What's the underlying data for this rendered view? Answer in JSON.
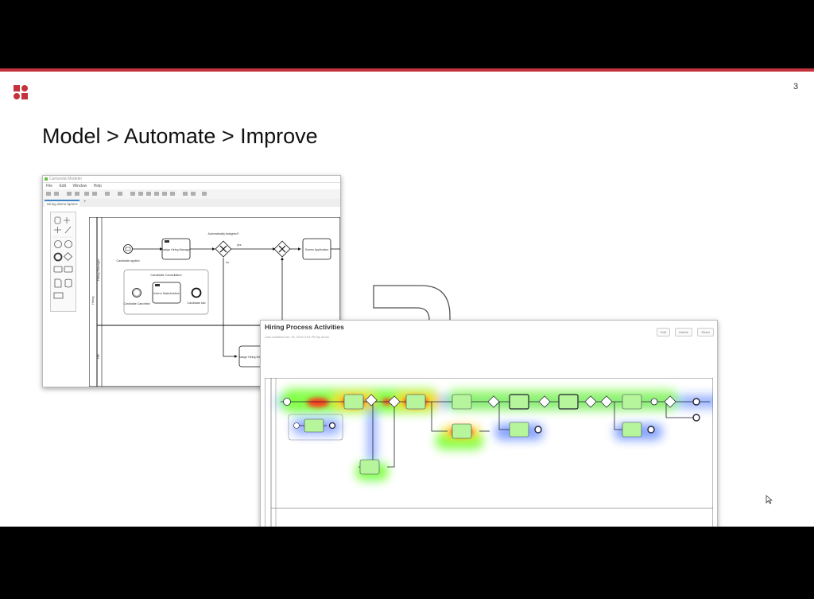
{
  "slide": {
    "title": "Model > Automate > Improve",
    "page_number": "3"
  },
  "modeler": {
    "window_title": "Camunda Modeler",
    "menu": [
      "File",
      "Edit",
      "Window",
      "Help"
    ],
    "tab_label": "Hiring demo bpmn",
    "tab_close": "×",
    "tab_add": "+",
    "lanes": [
      "Hiring",
      "Hiring Manager",
      "HR"
    ],
    "nodes": {
      "start_event": "Candidate applied",
      "assign_manager": "Assign Hiring Manager",
      "gateway_question": "Automatically Assigned?",
      "gateway_yes": "yes",
      "gateway_no": "no",
      "screen_application": "Screen Application",
      "subprocess": "Candidate Cancellation",
      "cancel_event": "Candidate Cancelled",
      "inform_stakeholders": "Inform Stakeholders",
      "end_event": "Candidate lost",
      "assign_hr": "Assign Hiring Manager"
    }
  },
  "heatmap": {
    "title": "Hiring Process Activities",
    "subtitle": "Last modified Dec 15, 2016 3:04 PM by demo",
    "buttons": [
      "Edit",
      "Delete",
      "Share"
    ],
    "colors": {
      "hot": "#ff3a1a",
      "warm": "#ffd21a",
      "mid": "#7cff3c",
      "cool": "#2a5bff"
    }
  }
}
